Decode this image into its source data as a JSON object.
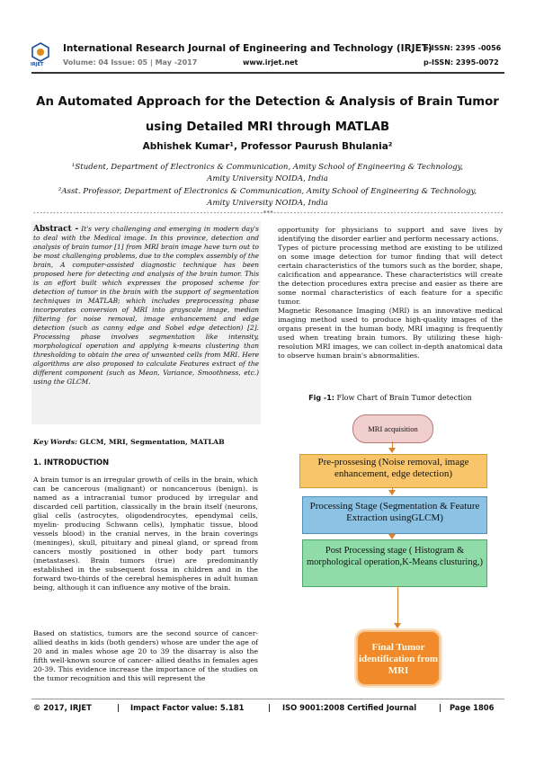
{
  "header": {
    "logo_text": "IRJET",
    "journal": "International Research Journal of Engineering and Technology (IRJET)",
    "volume": "Volume: 04 Issue: 05 | May -2017",
    "site": "www.irjet.net",
    "eissn": "e-ISSN: 2395 -0056",
    "pissn": "p-ISSN: 2395-0072",
    "accent": "#1a4fa0"
  },
  "paper": {
    "title_line1": "An Automated Approach for the Detection & Analysis of Brain Tumor",
    "title_line2": "using Detailed MRI through MATLAB",
    "authors": "Abhishek Kumar¹, Professor Paurush Bhulania²",
    "affil1_line1": "¹Student, Department of Electronics & Communication, Amity School of Engineering & Technology,",
    "affil1_line2": "Amity University NOIDA, India",
    "affil2_line1": "²Asst. Professor, Department of Electronics & Communication, Amity School of Engineering & Technology,",
    "affil2_line2": "Amity University NOIDA, India",
    "separator": "---------------------------------------------------------------------***---------------------------------------------------------------------"
  },
  "abstract": {
    "label": "Abstract -",
    "text": "It's very challenging and emerging in modern day's to deal with the Medical image. In this province, detection and analysis of brain tumor [1] from MRI brain image have turn out to be most challenging problems, due to the complex assembly of the brain, A computer-assisted diagnostic technique has been proposed here for detecting and analysis of the brain tumor. This is an effort built which expresses the proposed scheme for detection of tumor in the brain with the support of segmentation techniques in MATLAB; which includes preprocessing phase incorporates conversion of MRI into grayscale image, median filtering for noise removal, image enhancement and edge detection (such as canny edge and Sobel edge detection) [2]. Processing phase involves segmentation like intensity, morphological operation and applying k-means clustering than thresholding to obtain the area of unwanted cells from MRI. Here algorithms are also proposed to calculate Features extract of the different component (such as Mean, Variance, Smoothness, etc.) using the GLCM."
  },
  "keywords": {
    "label": "Key Words:",
    "text": "GLCM, MRI, Segmentation, MATLAB"
  },
  "intro": {
    "heading": "1. INTRODUCTION",
    "para1": "A brain tumor is an irregular growth of cells in the brain, which can be cancerous (malignant) or noncancerous (benign). is named as a intracranial tumor produced by irregular and discarded cell partition, classically in the brain itself (neurons, glial cells (astrocytes, oligodendrocytes, ependymal cells, myelin- producing Schwann cells), lymphatic tissue, blood vessels blood) in the cranial nerves, in the brain coverings (meninges), skull, pituitary and pineal gland, or spread from cancers mostly positioned in other body part tumors (metastases). Brain tumors (true) are predominantly established in the subsequent fossa in children and in the forward two-thirds of the cerebral hemispheres in adult human being, although it can influence any motive of the brain.",
    "para2": "Based on statistics, tumors are the second source of cancer-allied deaths in kids (both genders) whose are under the age of 20 and in males whose age 20 to 39 the disarray is also the fifth well-known source of cancer- allied deaths in females ages 20-39. This evidence increase the importance of the studies on the tumor recognition and this will represent the",
    "right_para1": "opportunity for physicians to support and save lives by identifying the disorder earlier and perform necessary actions.",
    "right_para2": "Types of picture processing method are existing to be utilized on some image detection for tumor finding that will detect certain characteristics of the tumors such as the border, shape, calcification and appearance. These characteristics will create the detection procedures extra precise and easier as there are some normal characteristics of each feature for a specific tumor.",
    "right_para3": "Magnetic Resonance Imaging (MRI) is an innovative medical imaging method used to produce high-quality images of the organs present in the human body, MRI imaging is frequently used when treating brain tumors. By utilizing these high-resolution MRI images, we can collect in-depth anatomical data to observe human brain's abnormalities."
  },
  "figure": {
    "label": "Fig -1:",
    "caption": "Flow Chart of Brain Tumor detection",
    "nodes": {
      "acq": "MRI acquisition",
      "pre": "Pre-prossesing (Noise removal, image enhancement, edge detection)",
      "proc": "Processing Stage (Segmentation & Feature Extraction usingGLCM)",
      "post": "Post Processing stage ( Histogram & morphological operation,K-Means clusturing,)",
      "final": "Final Tumor identification from MRI"
    },
    "colors": {
      "acq": "#f2cfcf",
      "pre": "#f8c56a",
      "proc": "#8cc2e4",
      "post": "#8fdca8",
      "final": "#f08a2a"
    }
  },
  "footer": {
    "copyright": "© 2017, IRJET",
    "impact": "Impact Factor value: 5.181",
    "iso": "ISO 9001:2008 Certified Journal",
    "page": "Page 1806"
  }
}
